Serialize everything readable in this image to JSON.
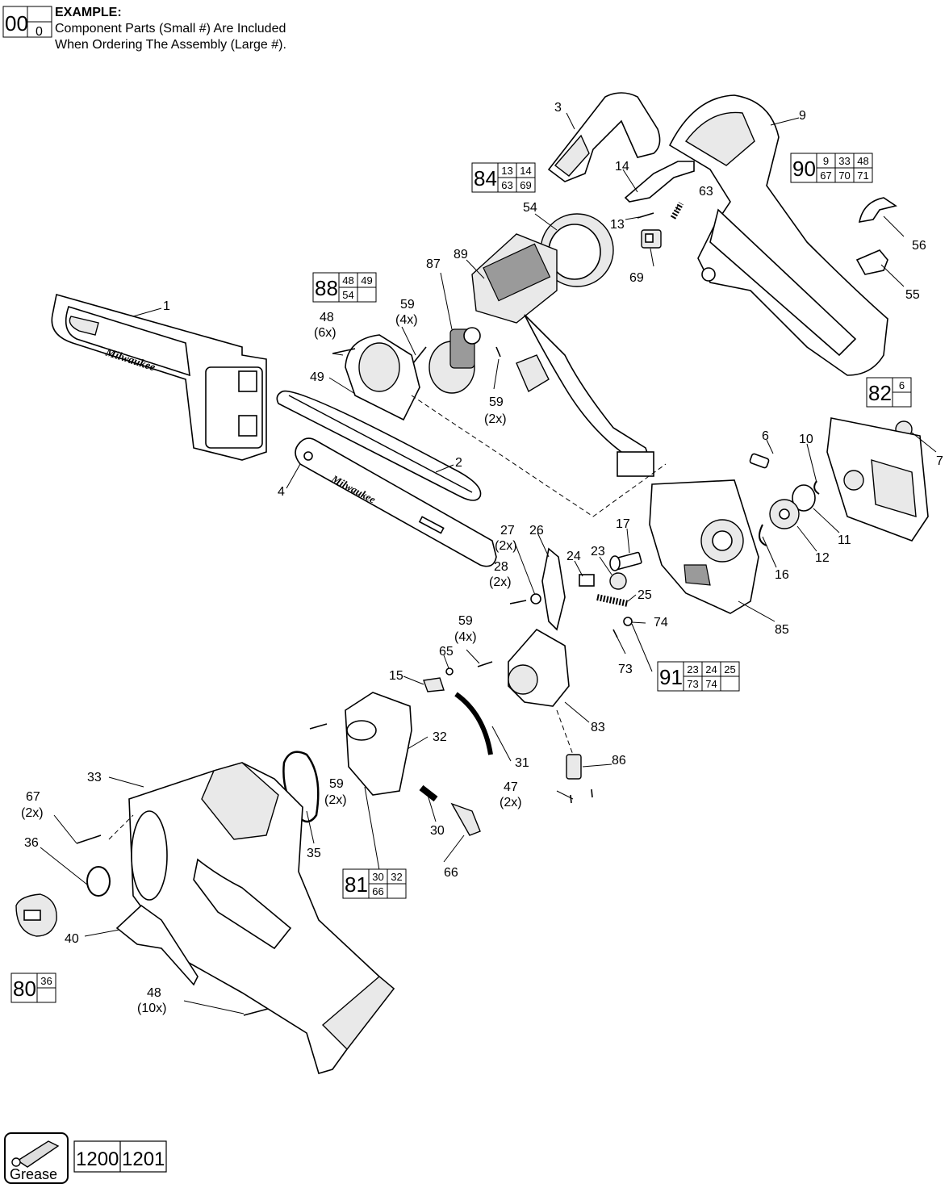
{
  "example": {
    "key_big": "00",
    "key_small": "0",
    "title": "EXAMPLE:",
    "line1": "Component Parts (Small #) Are Included",
    "line2": "When Ordering The Assembly (Large #)."
  },
  "labels": {
    "p1": "1",
    "p2": "2",
    "p3": "3",
    "p4": "4",
    "p6": "6",
    "p7": "7",
    "p9": "9",
    "p10": "10",
    "p11": "11",
    "p12": "12",
    "p13": "13",
    "p14": "14",
    "p15": "15",
    "p16": "16",
    "p17": "17",
    "p23": "23",
    "p24": "24",
    "p25": "25",
    "p26": "26",
    "p27": "27",
    "p27q": "(2x)",
    "p28": "28",
    "p28q": "(2x)",
    "p30": "30",
    "p31": "31",
    "p32": "32",
    "p33": "33",
    "p35": "35",
    "p36": "36",
    "p40": "40",
    "p47": "47",
    "p47q": "(2x)",
    "p48a": "48",
    "p48aq": "(6x)",
    "p48b": "48",
    "p48bq": "(10x)",
    "p49": "49",
    "p54": "54",
    "p55": "55",
    "p56": "56",
    "p59a": "59",
    "p59aq": "(4x)",
    "p59b": "59",
    "p59bq": "(2x)",
    "p59c": "59",
    "p59cq": "(4x)",
    "p59d": "59",
    "p59dq": "(2x)",
    "p63": "63",
    "p65": "65",
    "p66": "66",
    "p67": "67",
    "p67q": "(2x)",
    "p69": "69",
    "p73": "73",
    "p74": "74",
    "p83": "83",
    "p85": "85",
    "p86": "86",
    "p87": "87",
    "p89": "89"
  },
  "assemblies": {
    "a84": {
      "big": "84",
      "cells": [
        "13",
        "14",
        "63",
        "69"
      ]
    },
    "a90": {
      "big": "90",
      "cells": [
        "9",
        "33",
        "48",
        "67",
        "70",
        "71"
      ]
    },
    "a88": {
      "big": "88",
      "cells": [
        "48",
        "49",
        "54",
        ""
      ]
    },
    "a82": {
      "big": "82",
      "cells": [
        "6",
        ""
      ]
    },
    "a91": {
      "big": "91",
      "cells": [
        "23",
        "24",
        "25",
        "73",
        "74",
        ""
      ]
    },
    "a81": {
      "big": "81",
      "cells": [
        "30",
        "32",
        "66",
        ""
      ]
    },
    "a80": {
      "big": "80",
      "cells": [
        "36",
        ""
      ]
    }
  },
  "brand": {
    "bar_cover_logo": "Milwaukee",
    "guide_bar_logo": "Milwaukee"
  },
  "grease": {
    "label": "Grease",
    "parts": [
      "1200",
      "1201"
    ]
  }
}
